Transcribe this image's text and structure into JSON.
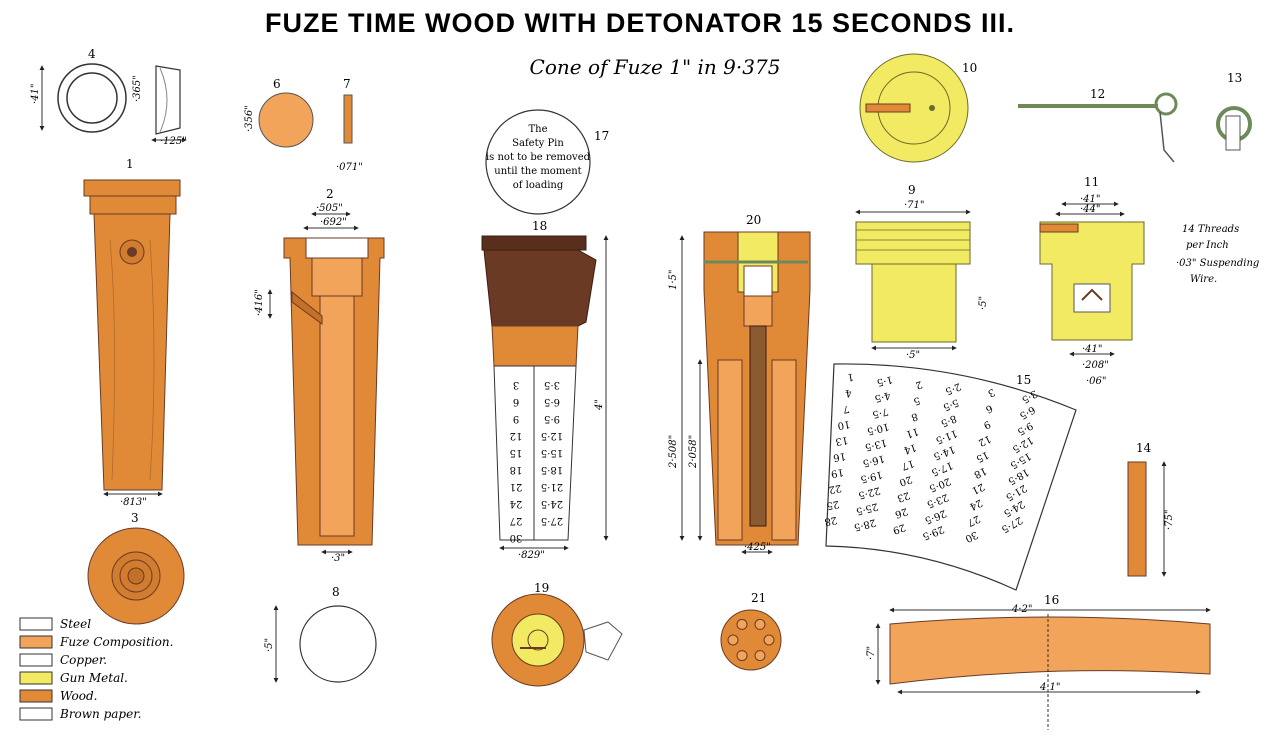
{
  "title": "FUZE TIME WOOD WITH DETONATOR 15 SECONDS III.",
  "subtitle": "Cone of Fuze 1\" in 9·375",
  "figures": {
    "f1": "1",
    "f2": "2",
    "f3": "3",
    "f4": "4",
    "f6": "6",
    "f7": "7",
    "f8": "8",
    "f9": "9",
    "f10": "10",
    "f11": "11",
    "f12": "12",
    "f13": "13",
    "f14": "14",
    "f15": "15",
    "f16": "16",
    "f17": "17",
    "f18": "18",
    "f19": "19",
    "f20": "20",
    "f21": "21"
  },
  "safety_note": [
    "The",
    "Safety Pin",
    "is not to be removed",
    "until the moment",
    "of loading"
  ],
  "thread_note": [
    "14 Threads",
    "per Inch"
  ],
  "wire_note": [
    "·03\" Suspending",
    "Wire."
  ],
  "dims": {
    "d_813": "·813\"",
    "d_505": "·505\"",
    "d_692": "·692\"",
    "d_3": "·3\"",
    "d_416": "·416\"",
    "d_829": "·829\"",
    "d_41": "·41\"",
    "d_365": "·365\"",
    "d_125": "·125\"",
    "d_356": "·356\"",
    "d_071": "·071\"",
    "d_5a": "·5\"",
    "d_71": "·71\"",
    "d_5b": "·5\"",
    "d_5c": "·5\"",
    "d_41b": "·41\"",
    "d_44": "·44\"",
    "d_41c": "·41\"",
    "d_208": "·208\"",
    "d_06": "·06\"",
    "d_2508": "2·508\"",
    "d_2058": "2·058\"",
    "d_425": "·425\"",
    "d_15": "1·5\"",
    "d_75": "·75\"",
    "d_42": "4·2\"",
    "d_41d": "4·1\"",
    "d_7": "·7\"",
    "d_4": "4\""
  },
  "scale_18_left": [
    "3",
    "6",
    "9",
    "12",
    "15",
    "18",
    "21",
    "24",
    "27",
    "30"
  ],
  "scale_18_right": [
    "3·5",
    "6·5",
    "9·5",
    "12·5",
    "15·5",
    "18·5",
    "21·5",
    "24·5",
    "27·5"
  ],
  "scale_15_cols": [
    [
      "1",
      "4",
      "7",
      "10",
      "13",
      "16",
      "19",
      "22",
      "25",
      "28"
    ],
    [
      "1·5",
      "4·5",
      "7·5",
      "10·5",
      "13·5",
      "16·5",
      "19·5",
      "22·5",
      "25·5",
      "28·5"
    ],
    [
      "2",
      "5",
      "8",
      "11",
      "14",
      "17",
      "20",
      "23",
      "26",
      "29"
    ],
    [
      "2·5",
      "5·5",
      "8·5",
      "11·5",
      "14·5",
      "17·5",
      "20·5",
      "23·5",
      "26·5",
      "29·5"
    ],
    [
      "3",
      "6",
      "9",
      "12",
      "15",
      "18",
      "21",
      "24",
      "27",
      "30"
    ],
    [
      "3·5",
      "6·5",
      "9·5",
      "12·5",
      "15·5",
      "18·5",
      "21·5",
      "24·5",
      "27·5"
    ]
  ],
  "legend": [
    {
      "label": "Steel",
      "color": "#ffffff"
    },
    {
      "label": "Fuze Composition.",
      "color": "#f1a45a"
    },
    {
      "label": "Copper.",
      "color": "#ffffff"
    },
    {
      "label": "Gun Metal.",
      "color": "#f2ea62"
    },
    {
      "label": "Wood.",
      "color": "#e08a38"
    },
    {
      "label": "Brown paper.",
      "color": "#ffffff"
    }
  ],
  "colors": {
    "wood": "#e08a38",
    "composition": "#f1a45a",
    "gunmetal": "#f2ea62",
    "dark": "#6a3a24",
    "green": "#6f8a5a"
  }
}
